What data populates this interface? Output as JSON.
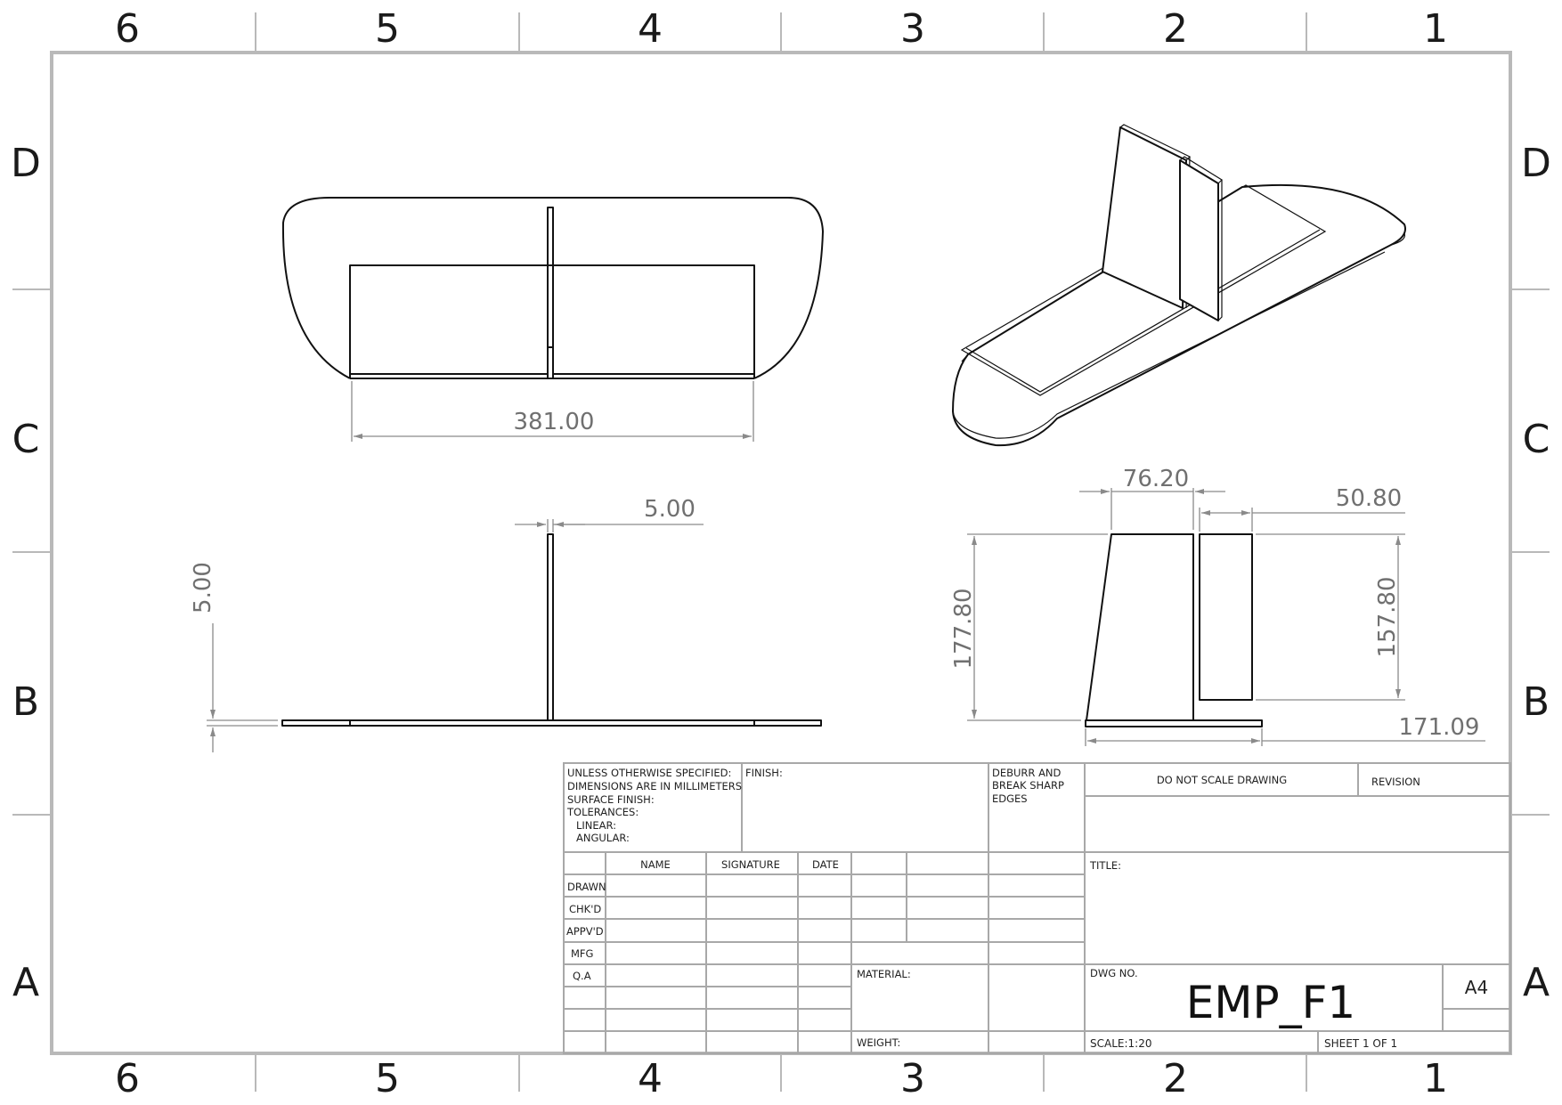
{
  "zones": {
    "columns": [
      "6",
      "5",
      "4",
      "3",
      "2",
      "1"
    ],
    "rows": [
      "D",
      "C",
      "B",
      "A"
    ]
  },
  "dimensions": {
    "top_width": "381.00",
    "front_fin_thickness": "5.00",
    "front_base_thickness": "5.00",
    "side_root_chord": "76.20",
    "side_tip_chord": "50.80",
    "side_total_height": "177.80",
    "side_tip_height": "157.80",
    "side_base_length": "171.09"
  },
  "title_block": {
    "notes": [
      "UNLESS OTHERWISE SPECIFIED:",
      "DIMENSIONS ARE IN MILLIMETERS",
      "SURFACE FINISH:",
      "TOLERANCES:",
      "LINEAR:",
      "ANGULAR:"
    ],
    "finish_label": "FINISH:",
    "deburr": [
      "DEBURR AND",
      "BREAK SHARP",
      "EDGES"
    ],
    "do_not_scale": "DO NOT SCALE DRAWING",
    "revision_label": "REVISION",
    "headers": {
      "name": "NAME",
      "signature": "SIGNATURE",
      "date": "DATE"
    },
    "roles": [
      "DRAWN",
      "CHK'D",
      "APPV'D",
      "MFG",
      "Q.A"
    ],
    "material_label": "MATERIAL:",
    "weight_label": "WEIGHT:",
    "title_label": "TITLE:",
    "dwg_no_label": "DWG NO.",
    "dwg_no": "EMP_F1",
    "size": "A4",
    "scale": "SCALE:1:20",
    "sheet": "SHEET 1 OF 1"
  }
}
